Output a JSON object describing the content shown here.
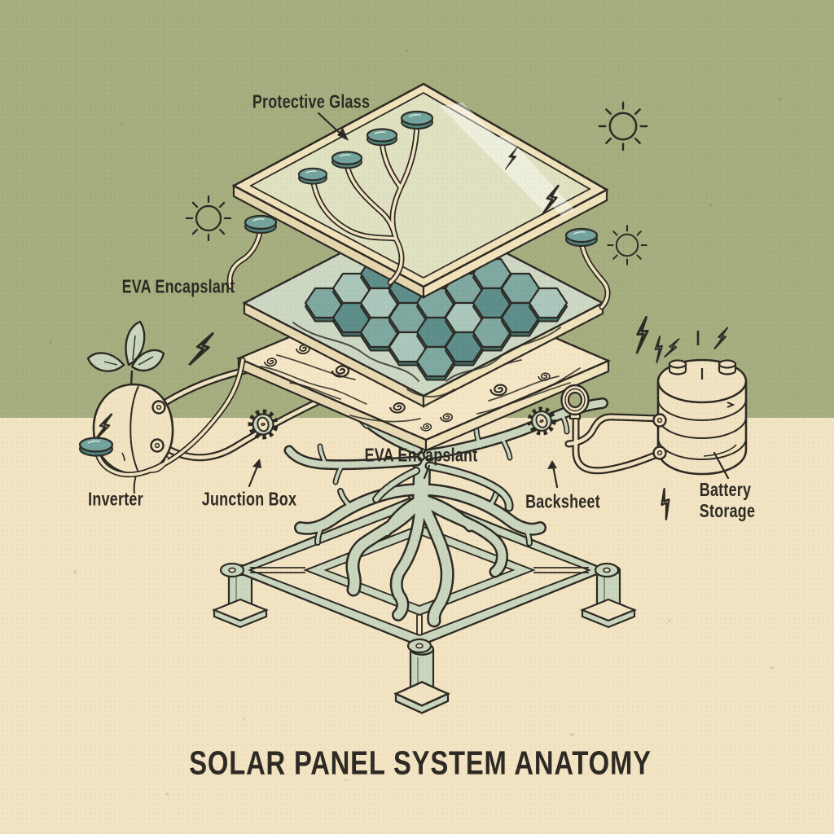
{
  "title": "SOLAR PANEL SYSTEM ANATOMY",
  "labels": {
    "protective_glass": "Protective Glass",
    "eva_left": "EVA Encapslant",
    "eva_center": "EVA Encapslant",
    "inverter": "Inverter",
    "junction_box": "Junction Box",
    "backsheet": "Backsheet",
    "battery_line1": "Battery",
    "battery_line2": "Storage"
  },
  "icons": {
    "sun": "sun-icon",
    "lightning": "lightning-bolt-icon",
    "leaf_sprout": "leaf-sprout-icon",
    "gear": "gear-icon"
  },
  "colors": {
    "background_top": "#a6ae80",
    "background_bottom": "#f2e3c2",
    "ink": "#2d2a24",
    "cream_layer": "#f0e2bb",
    "cream_side": "#e6d6ae",
    "glass_tint": "#d1e0c7",
    "plate_sage": "#ccd8c3",
    "wood_cream": "#f4e6c5",
    "wood_side": "#e9d9b3",
    "hex_dark": "#5e8e8a",
    "hex_mid": "#7fa8a0",
    "hex_light": "#abc6bb",
    "hex_depth": "#44706c",
    "metal_sage": "#c9d6bd",
    "disc_teal": "#73a39c",
    "disc_side": "#4f7f7a",
    "tube_cream": "#f1e3c1"
  }
}
